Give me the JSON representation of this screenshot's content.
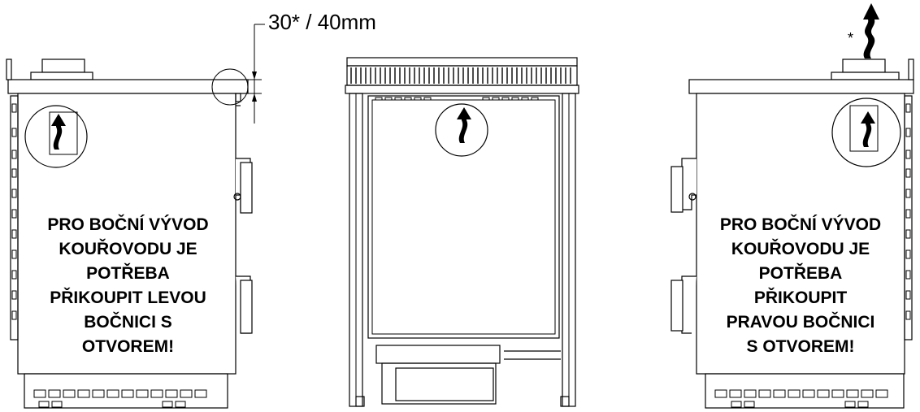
{
  "dimension_label": "30* / 40mm",
  "asterisk_label": "*",
  "left_note": [
    "PRO BOČNÍ VÝVOD",
    "KOUŘOVODU JE",
    "POTŘEBA",
    "PŘIKOUPIT LEVOU",
    "BOČNICI S",
    "OTVOREM!"
  ],
  "right_note": [
    "PRO BOČNÍ VÝVOD",
    "KOUŘOVODU JE",
    "POTŘEBA",
    "PŘIKOUPIT",
    "PRAVOU BOČNICI",
    "S OTVOREM!"
  ],
  "colors": {
    "line": "#000000",
    "background": "#ffffff",
    "text": "#000000"
  }
}
